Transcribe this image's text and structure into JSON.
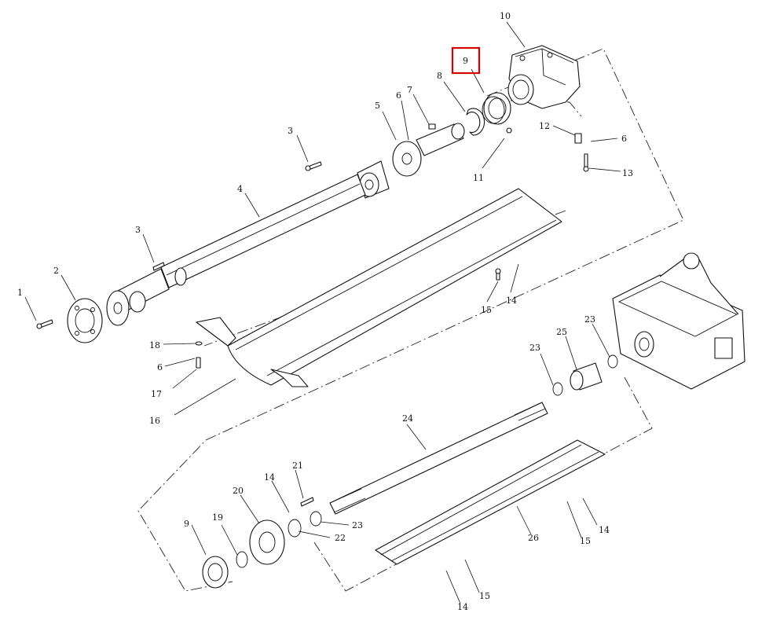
{
  "diagram": {
    "highlight": {
      "label": "9",
      "color": "#d40000"
    },
    "callouts": [
      {
        "key": "c10",
        "text": "10"
      },
      {
        "key": "c9a",
        "text": "9"
      },
      {
        "key": "c8",
        "text": "8"
      },
      {
        "key": "c7",
        "text": "7"
      },
      {
        "key": "c6a",
        "text": "6"
      },
      {
        "key": "c5",
        "text": "5"
      },
      {
        "key": "c3a",
        "text": "3"
      },
      {
        "key": "c4",
        "text": "4"
      },
      {
        "key": "c3b",
        "text": "3"
      },
      {
        "key": "c2",
        "text": "2"
      },
      {
        "key": "c1",
        "text": "1"
      },
      {
        "key": "c12",
        "text": "12"
      },
      {
        "key": "c6b",
        "text": "6"
      },
      {
        "key": "c11",
        "text": "11"
      },
      {
        "key": "c13",
        "text": "13"
      },
      {
        "key": "c15a",
        "text": "15"
      },
      {
        "key": "c14a",
        "text": "14"
      },
      {
        "key": "c18",
        "text": "18"
      },
      {
        "key": "c6c",
        "text": "6"
      },
      {
        "key": "c17",
        "text": "17"
      },
      {
        "key": "c16",
        "text": "16"
      },
      {
        "key": "c23a",
        "text": "23"
      },
      {
        "key": "c25",
        "text": "25"
      },
      {
        "key": "c23b",
        "text": "23"
      },
      {
        "key": "c24",
        "text": "24"
      },
      {
        "key": "c21",
        "text": "21"
      },
      {
        "key": "c14b",
        "text": "14"
      },
      {
        "key": "c20",
        "text": "20"
      },
      {
        "key": "c23c",
        "text": "23"
      },
      {
        "key": "c22",
        "text": "22"
      },
      {
        "key": "c19",
        "text": "19"
      },
      {
        "key": "c9b",
        "text": "9"
      },
      {
        "key": "c26",
        "text": "26"
      },
      {
        "key": "c14c",
        "text": "14"
      },
      {
        "key": "c15b",
        "text": "15"
      },
      {
        "key": "c14d",
        "text": "14"
      },
      {
        "key": "c15c",
        "text": "15"
      }
    ]
  }
}
